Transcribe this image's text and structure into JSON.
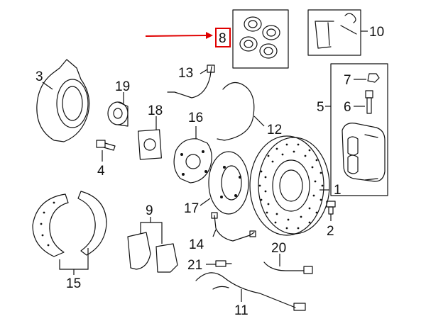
{
  "diagram": {
    "callouts": [
      {
        "id": "1",
        "text": "1"
      },
      {
        "id": "2",
        "text": "2"
      },
      {
        "id": "3",
        "text": "3"
      },
      {
        "id": "4",
        "text": "4"
      },
      {
        "id": "5",
        "text": "5"
      },
      {
        "id": "6",
        "text": "6"
      },
      {
        "id": "7",
        "text": "7"
      },
      {
        "id": "8",
        "text": "8"
      },
      {
        "id": "9",
        "text": "9"
      },
      {
        "id": "10",
        "text": "10"
      },
      {
        "id": "11",
        "text": "11"
      },
      {
        "id": "12",
        "text": "12"
      },
      {
        "id": "13",
        "text": "13"
      },
      {
        "id": "14",
        "text": "14"
      },
      {
        "id": "15",
        "text": "15"
      },
      {
        "id": "16",
        "text": "16"
      },
      {
        "id": "17",
        "text": "17"
      },
      {
        "id": "18",
        "text": "18"
      },
      {
        "id": "19",
        "text": "19"
      },
      {
        "id": "20",
        "text": "20"
      },
      {
        "id": "21",
        "text": "21"
      }
    ],
    "highlight": {
      "callout": "8",
      "color": "#e00000"
    },
    "line_color": "#111111"
  }
}
